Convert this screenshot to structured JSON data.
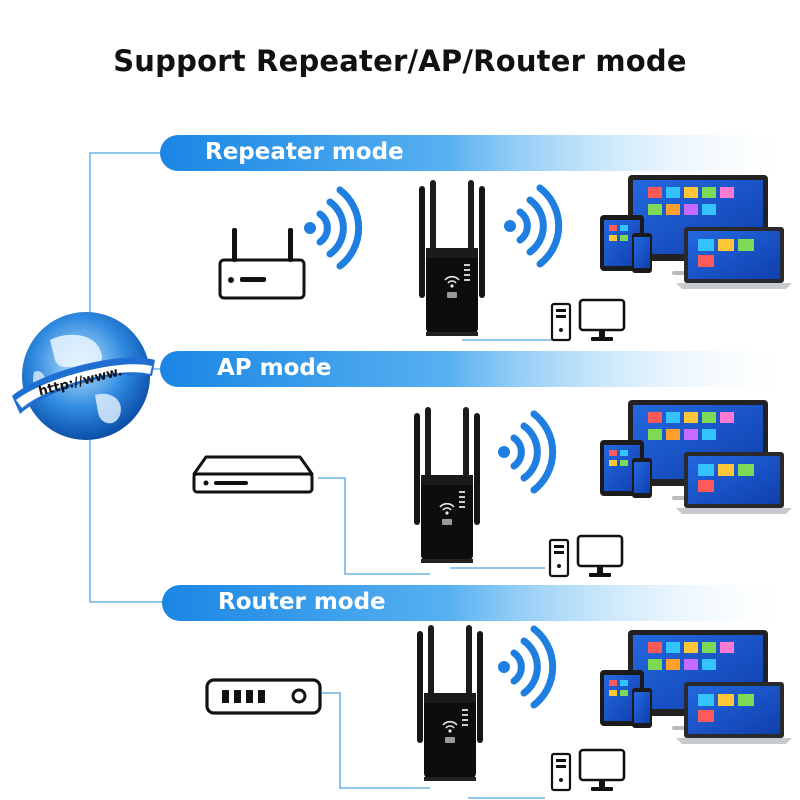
{
  "diagram": {
    "title": "Support Repeater/AP/Router mode",
    "globe_url": "http://www.",
    "modes": [
      {
        "label": "Repeater mode"
      },
      {
        "label": "AP mode"
      },
      {
        "label": "Router mode"
      }
    ]
  },
  "colors": {
    "band_start": "#1e8fe8",
    "band_end": "#ffffff",
    "connector": "#6fb3e6",
    "wifi": "#1f7fe0",
    "device_dark": "#111111",
    "screen_blue": "#1d5bd6"
  },
  "icons": [
    "globe-icon",
    "router-icon",
    "switch-icon",
    "modem-icon",
    "extender-icon",
    "wifi-signal-icon",
    "desktop-pc-icon",
    "devices-icon"
  ]
}
